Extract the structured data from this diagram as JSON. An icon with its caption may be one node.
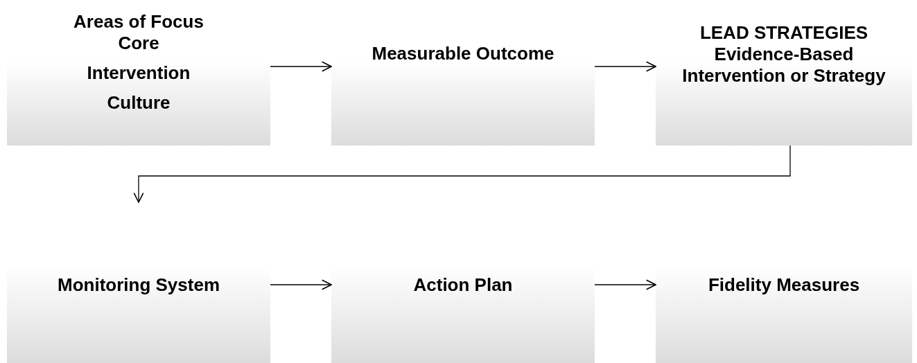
{
  "diagram": {
    "nodes": [
      {
        "text": [
          "Areas of Focus",
          "Core",
          "Intervention",
          "Culture"
        ]
      },
      {
        "text": [
          "Measurable Outcome"
        ]
      },
      {
        "text": [
          "LEAD STRATEGIES",
          "Evidence-Based Intervention or Strategy"
        ]
      },
      {
        "text": [
          "Monitoring System"
        ]
      },
      {
        "text": [
          "Action Plan"
        ]
      },
      {
        "text": [
          "Fidelity Measures"
        ]
      }
    ],
    "edges": [
      {
        "from": 0,
        "to": 1,
        "arrow": "to"
      },
      {
        "from": 1,
        "to": 2,
        "arrow": "to"
      },
      {
        "from": 2,
        "to": 3,
        "arrow": "to"
      },
      {
        "from": 3,
        "to": 4,
        "arrow": "to"
      },
      {
        "from": 4,
        "to": 5,
        "arrow": "to"
      }
    ]
  }
}
